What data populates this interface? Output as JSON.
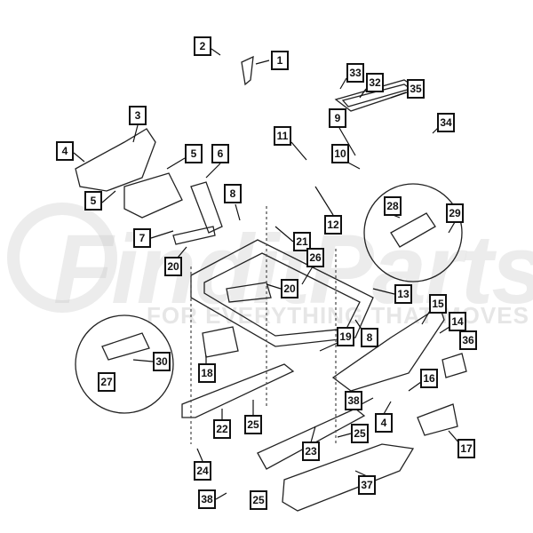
{
  "watermark": {
    "brand": "FinditParts",
    "tagline": "FOR EVERYTHING THAT MOVES",
    "accent": "#e83a3a"
  },
  "callouts": [
    "1",
    "2",
    "3",
    "4",
    "5",
    "6",
    "5",
    "7",
    "8",
    "11",
    "9",
    "10",
    "12",
    "33",
    "32",
    "35",
    "34",
    "28",
    "29",
    "21",
    "26",
    "20",
    "20",
    "13",
    "15",
    "14",
    "36",
    "19",
    "8",
    "30",
    "27",
    "18",
    "16",
    "38",
    "4",
    "22",
    "25",
    "25",
    "23",
    "17",
    "24",
    "38",
    "25",
    "37"
  ]
}
